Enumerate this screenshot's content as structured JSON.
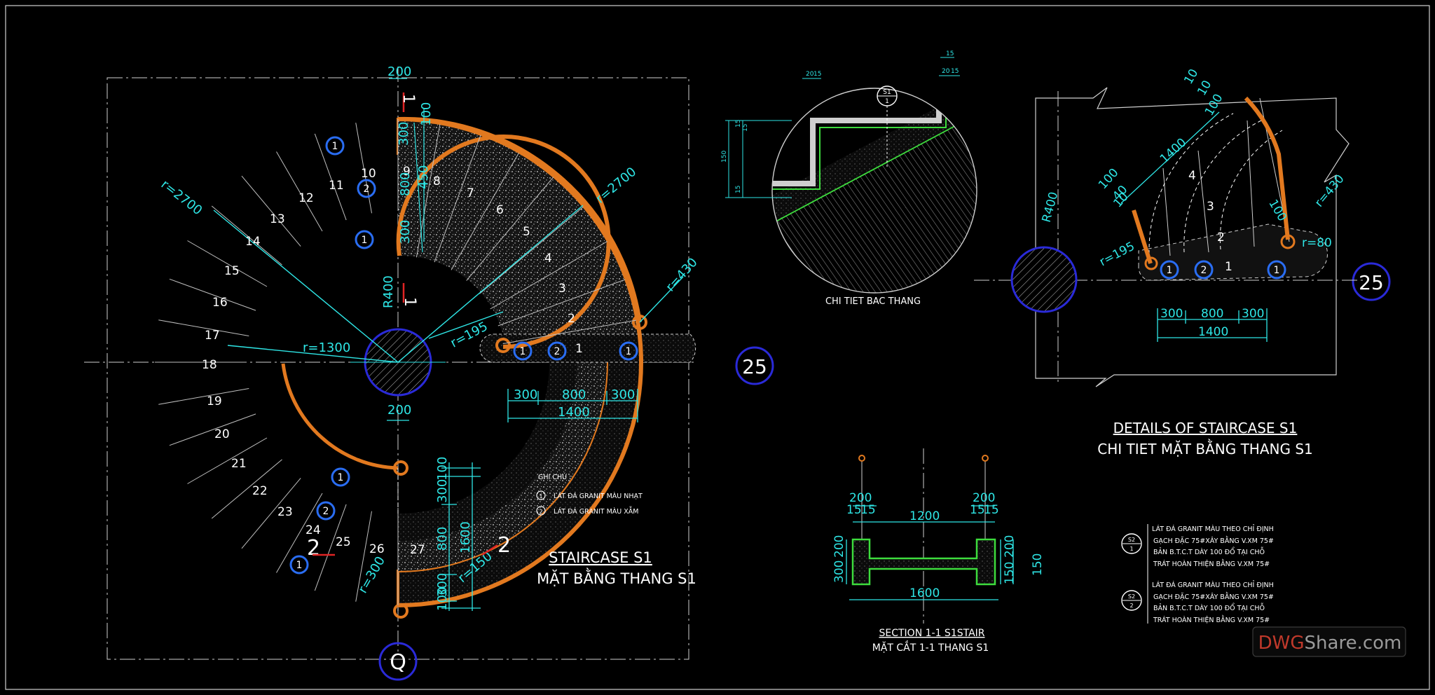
{
  "plan": {
    "title_en": "STAIRCASE S1",
    "title_vn": "MẶT BẰNG THANG S1",
    "grid_bubble": "Q",
    "step_numbers": [
      "1",
      "2",
      "3",
      "4",
      "5",
      "6",
      "7",
      "8",
      "9",
      "10",
      "11",
      "12",
      "13",
      "14",
      "15",
      "16",
      "17",
      "18",
      "19",
      "20",
      "21",
      "22",
      "23",
      "24",
      "25",
      "26",
      "27"
    ],
    "dims": {
      "top_200": "200",
      "bot_200": "200",
      "r2700_left": "r=2700",
      "r2700_right": "r=2700",
      "r1300": "r=1300",
      "r195": "r=195",
      "r430": "r=430",
      "r400": "R400",
      "d300a": "300",
      "d800a": "800",
      "d300b": "300",
      "d100_top": "100",
      "d450": "450",
      "w300a": "300",
      "w800": "800",
      "w300b": "300",
      "w1400": "1400",
      "v100a": "100",
      "v300a": "300",
      "v800": "800",
      "v300b": "300",
      "v100b": "100",
      "v1600": "1600",
      "r150": "r=150",
      "r300": "r=300"
    },
    "section_marks": {
      "s1": "1",
      "s2": "2"
    },
    "material_tags": [
      "1",
      "2"
    ],
    "legend": {
      "title": "GHI CHÚ :",
      "item1": "LÁT ĐÁ GRANIT MÀU NHẠT",
      "item2": "LÁT ĐÁ GRANIT MÀU XẪM"
    }
  },
  "detail_step": {
    "caption": "CHI TIET BAC THANG",
    "callout_top": "S1",
    "callout_bottom": "1",
    "dims": {
      "d20a": "20",
      "d15a": "15",
      "d15b": "15",
      "d20b": "20",
      "d15c": "15",
      "d15d": "15",
      "v150": "150",
      "v15a": "15",
      "v15b": "15"
    }
  },
  "scale_bubbles": [
    "25",
    "25"
  ],
  "detail_plan": {
    "title_en": "DETAILS OF STAIRCASE S1",
    "title_vn": "CHI TIET MẶT BẰNG THANG S1",
    "step_numbers": [
      "1",
      "2",
      "3",
      "4"
    ],
    "dims": {
      "r400": "R400",
      "r195": "r=195",
      "r430": "r=430",
      "r80": "r=80",
      "d1400": "1400",
      "d100a": "100",
      "d40": "40",
      "d10": "10",
      "d100b": "100",
      "d10a": "10",
      "d10b": "10",
      "d100c": "100",
      "w300a": "300",
      "w800": "800",
      "w300b": "300",
      "w1400": "1400"
    }
  },
  "section": {
    "title_en": "SECTION 1-1 S1STAIR",
    "title_vn": "MẶT CẮT 1-1 THANG S1",
    "dims": {
      "t200a": "200",
      "t15a": "15",
      "t15b": "15",
      "t200b": "200",
      "t15c": "15",
      "t15d": "15",
      "t1200": "1200",
      "b1600": "1600",
      "l200": "200",
      "l300": "300",
      "r200": "200",
      "r150a": "150",
      "r150b": "150"
    }
  },
  "notes": {
    "n1": {
      "tag_top": "S2",
      "tag_bottom": "1",
      "lines": [
        "LÁT ĐÁ GRANIT MÀU THEO CHỈ ĐỊNH",
        "GẠCH ĐẶC 75#XÂY BẰNG V.XM 75#",
        "BẢN B.T.C.T DÀY 100 ĐỔ TẠI CHỖ",
        "TRÁT HOÀN THIỆN BẰNG V.XM 75#"
      ]
    },
    "n2": {
      "tag_top": "S2",
      "tag_bottom": "2",
      "lines": [
        "LÁT ĐÁ GRANIT MÀU THEO CHỈ ĐỊNH",
        "GẠCH ĐẶC 75#XÂY BẰNG V.XM 75#",
        "BẢN B.T.C.T DÀY 100 ĐỔ TẠI CHỖ",
        "TRÁT HOÀN THIỆN BẰNG V.XM 75#"
      ]
    }
  },
  "watermark": {
    "part1": "DWG",
    "part2": "Share.com"
  },
  "colors": {
    "background": "#000000",
    "cyan": "#2ee6e6",
    "orange": "#e2791f",
    "blue": "#2a6df2",
    "green": "#3ddc3d",
    "red": "#e02424"
  }
}
